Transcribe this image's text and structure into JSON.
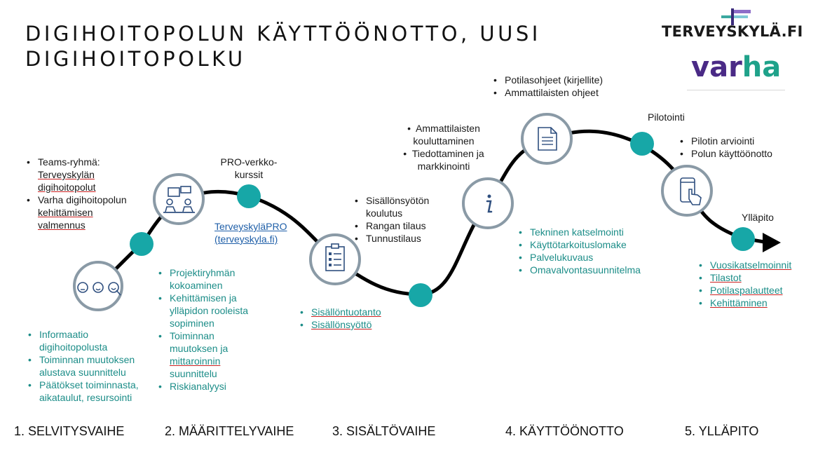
{
  "title": {
    "line1": "DIGIHOITOPOLUN KÄYTTÖÖNOTTO, UUSI",
    "line2": "DIGIHOITOPOLKU"
  },
  "logos": {
    "terveyskyla": "TERVEYSKYLÄ.FI",
    "varha_a": "var",
    "varha_b": "ha"
  },
  "colors": {
    "teal": "#17a7a7",
    "path": "#000000",
    "circle_border": "#8a9aa6",
    "icon": "#2f4f7f",
    "teal_text": "#1c8d88",
    "link": "#1f5fa8"
  },
  "icons": [
    "faces-icon",
    "meeting-icon",
    "checklist-icon",
    "info-icon",
    "document-icon",
    "phone-touch-icon"
  ],
  "stage1": {
    "upper": [
      "Teams-ryhmä: Terveyskylän digihoitopolut",
      "Varha digihoitopolun kehittämisen valmennus"
    ],
    "upper_lines": [
      "Teams-ryhmä:",
      "Terveyskylän",
      "digihoitopolut",
      "Varha digihoitopolun",
      "kehittämisen",
      "valmennus"
    ],
    "lower": [
      "Informaatio digihoitopolusta",
      "Toiminnan muutoksen alustava suunnittelu",
      "Päätökset toiminnasta, aikataulut, resursointi"
    ],
    "lower_lines": [
      "Informaatio",
      "digihoitopolusta",
      "Toiminnan muutoksen",
      "alustava suunnittelu",
      "Päätökset toiminnasta,",
      "aikataulut, resursointi"
    ]
  },
  "stage2": {
    "pro_label_1": "PRO-verkko-",
    "pro_label_2": "kurssit",
    "link_1": "TerveyskyläPRO",
    "link_2": "(terveyskyla.fi)",
    "lower_lines": [
      "Projektiryhmän",
      "kokoaminen",
      "Kehittämisen ja",
      "ylläpidon rooleista",
      "sopiminen",
      "Toiminnan",
      "muutoksen ja",
      "mittaroinnin",
      "suunnittelu",
      "Riskianalyysi"
    ]
  },
  "stage3": {
    "upper_lines": [
      "Sisällönsyötön",
      "koulutus",
      "Rangan tilaus",
      "Tunnustilaus"
    ],
    "lower": [
      "Sisällöntuotanto",
      "Sisällönsyöttö"
    ],
    "mid_lines": [
      "Ammattilaisten",
      "kouluttaminen",
      "Tiedottaminen ja",
      "markkinointi"
    ]
  },
  "stage4": {
    "top": [
      "Potilasohjeet (kirjellite)",
      "Ammattilaisten ohjeet"
    ],
    "lower": [
      "Tekninen katselmointi",
      "Käyttötarkoituslomake",
      "Palvelukuvaus",
      "Omavalvontasuunnitelma"
    ],
    "pilot_label": "Pilotointi",
    "pilot_items": [
      "Pilotin arviointi",
      "Polun käyttöönotto"
    ]
  },
  "stage5": {
    "label": "Ylläpito",
    "items": [
      "Vuosikatselmoinnit",
      "Tilastot",
      "Potilaspalautteet",
      "Kehittäminen"
    ]
  },
  "phases": [
    "1.   SELVITYSVAIHE",
    "2. MÄÄRITTELYVAIHE",
    "3. SISÄLTÖVAIHE",
    "4. KÄYTTÖÖNOTTO",
    "5. YLLÄPITO"
  ]
}
